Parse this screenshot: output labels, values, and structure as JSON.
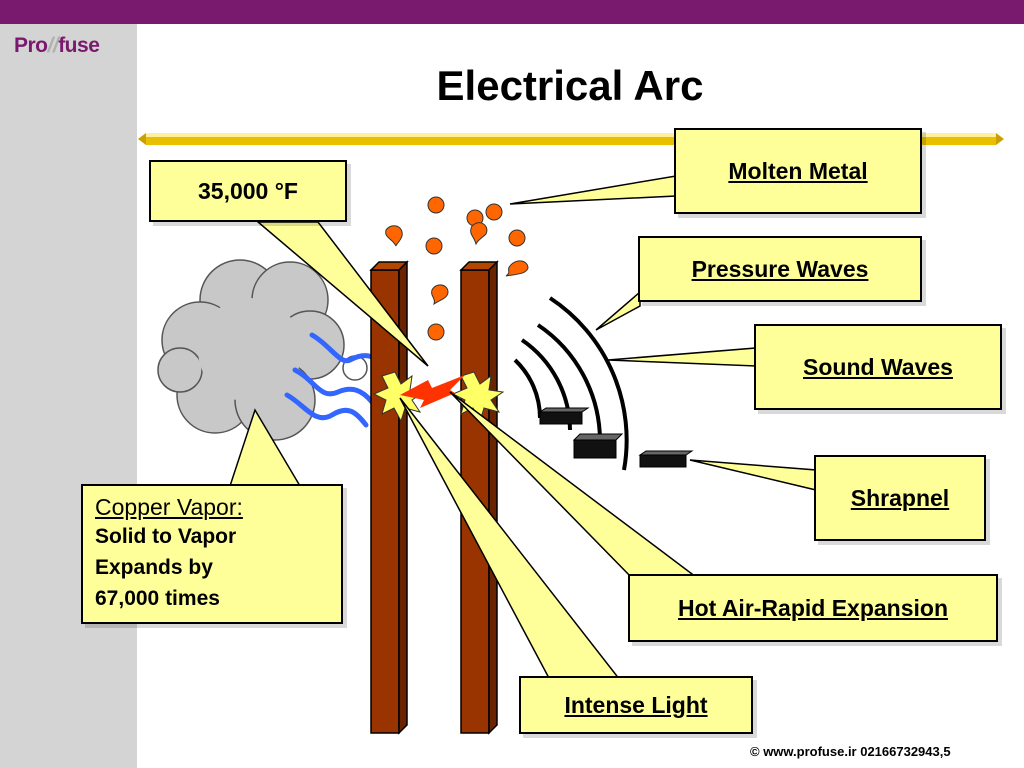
{
  "header": {
    "logo_left": "Pro",
    "logo_right": "fuse"
  },
  "title": "Electrical Arc",
  "callouts": {
    "temperature": "35,000 °F",
    "molten_metal": "Molten Metal",
    "pressure_waves": "Pressure Waves",
    "sound_waves": "Sound Waves",
    "shrapnel": "Shrapnel",
    "hot_air": "Hot Air-Rapid Expansion",
    "intense_light": "Intense Light"
  },
  "copper_vapor": {
    "heading": "Copper Vapor:",
    "lines": [
      "Solid to Vapor",
      "Expands by",
      "67,000 times"
    ]
  },
  "footer": "© www.profuse.ir 02166732943,5",
  "colors": {
    "top_bar": "#7a1a6e",
    "callout_fill": "#ffff99",
    "conductor": "#993300",
    "droplet": "#ff6600",
    "vapor_cloud": "#c8c8c8",
    "vapor_lines": "#3366ff",
    "gold_rule": "#d4a800"
  }
}
